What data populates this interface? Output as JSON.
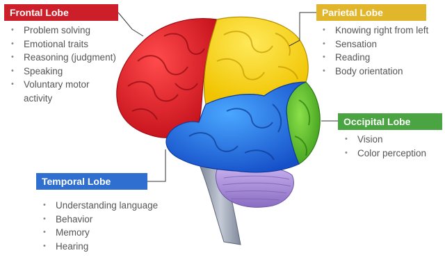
{
  "frontal": {
    "title": "Frontal Lobe",
    "color": "#cc1f2a",
    "items": [
      "Problem solving",
      "Emotional traits",
      "Reasoning (judgment)",
      "Speaking",
      "Voluntary motor",
      "activity"
    ]
  },
  "parietal": {
    "title": "Parietal Lobe",
    "color": "#e2b62b",
    "items": [
      "Knowing right from left",
      "Sensation",
      "Reading",
      "Body orientation"
    ]
  },
  "occipital": {
    "title": "Occipital Lobe",
    "color": "#4aa441",
    "items": [
      "Vision",
      "Color perception"
    ]
  },
  "temporal": {
    "title": "Temporal Lobe",
    "color": "#2f6fd0",
    "items": [
      "Understanding language",
      "Behavior",
      "Memory",
      "Hearing"
    ]
  },
  "structure_colors": {
    "cerebellum": "#a98fd6",
    "brainstem": "#9aa3b5"
  }
}
